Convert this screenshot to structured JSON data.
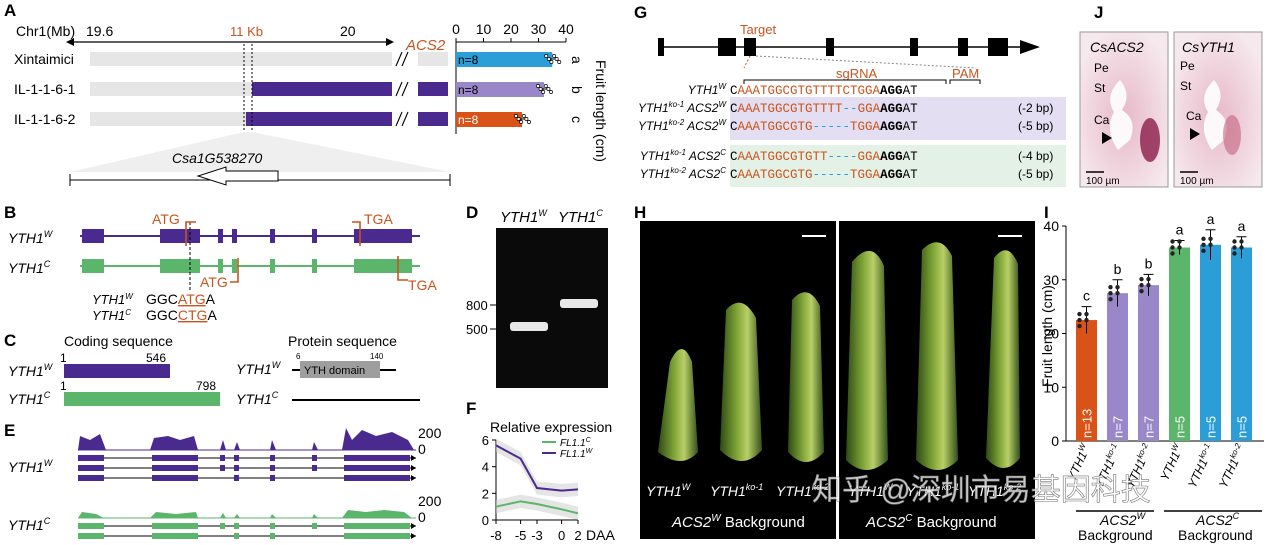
{
  "panels": {
    "A": {
      "letter": "A",
      "chr_label": "Chr1(Mb)",
      "tick_left": "19.6",
      "tick_mid": "20",
      "kb_label": "11 Kb",
      "acs2_label": "ACS2",
      "gene_label": "Csa1G538270",
      "lines": [
        "Xintaimici",
        "IL-1-1-6-1",
        "IL-1-1-6-2"
      ],
      "colors": {
        "purple": "#4b2a8f",
        "blue": "#2b9ed8",
        "lavender": "#9a87c9",
        "orange": "#d95319"
      }
    },
    "B": {
      "letter": "B",
      "label_w": "YTH1",
      "sup_w": "W",
      "label_c": "YTH1",
      "sup_c": "C",
      "atg": "ATG",
      "tga": "TGA",
      "seq_w_prefix": "GGC",
      "seq_w_mut": "ATG",
      "seq_w_suffix": "A",
      "seq_c_prefix": "GGC",
      "seq_c_mut": "CTG",
      "seq_c_suffix": "A"
    },
    "C": {
      "letter": "C",
      "coding_title": "Coding sequence",
      "protein_title": "Protein sequence",
      "cds_start": "1",
      "cds_w_end": "546",
      "cds_c_end": "798",
      "prot_start": "6",
      "prot_end": "140",
      "domain_label": "YTH domain"
    },
    "D": {
      "letter": "D",
      "lane_w": "YTH1",
      "lane_w_sup": "W",
      "lane_c": "YTH1",
      "lane_c_sup": "C",
      "marker_800": "800",
      "marker_500": "500"
    },
    "E": {
      "letter": "E",
      "scale_top": "200",
      "scale_zero": "0"
    },
    "F": {
      "letter": "F",
      "title": "Relative  expression",
      "legend_c": "FL1.1",
      "legend_c_sup": "C",
      "legend_w": "FL1.1",
      "legend_w_sup": "W",
      "xlabel": "DAA"
    },
    "G": {
      "letter": "G",
      "target_label": "Target",
      "sgrna_label": "sgRNA",
      "pam_label": "PAM",
      "rows": [
        {
          "name": "YTH1",
          "sup": "W",
          "name2": "",
          "sup2": "",
          "lead": "C",
          "seq": "AAATGGCGTGTTTTCTGGA",
          "pam": "AGG",
          "tail": "AT",
          "note": ""
        },
        {
          "name": "YTH1",
          "sup": "ko-1",
          "name2": "ACS2",
          "sup2": "W",
          "lead": "C",
          "seq": "AAATGGCGTGTTTT",
          "gap": "--",
          "seq2": "GGA",
          "pam": "AGG",
          "tail": "AT",
          "note": "(-2 bp)"
        },
        {
          "name": "YTH1",
          "sup": "ko-2",
          "name2": "ACS2",
          "sup2": "W",
          "lead": "C",
          "seq": "AAATGGCGTG",
          "gap": "-----",
          "seq2": "TGGA",
          "pam": "AGG",
          "tail": "AT",
          "note": "(-5 bp)"
        },
        {
          "name": "YTH1",
          "sup": "ko-1",
          "name2": "ACS2",
          "sup2": "C",
          "lead": "C",
          "seq": "AAATGGCGTGTT",
          "gap": "----",
          "seq2": "GGA",
          "pam": "AGG",
          "tail": "AT",
          "note": "(-4 bp)"
        },
        {
          "name": "YTH1",
          "sup": "ko-2",
          "name2": "ACS2",
          "sup2": "C",
          "lead": "C",
          "seq": "AAATGGCGTG",
          "gap": "-----",
          "seq2": "TGGA",
          "pam": "AGG",
          "tail": "AT",
          "note": "(-5 bp)"
        }
      ]
    },
    "H": {
      "letter": "H",
      "labels": [
        {
          "t": "YTH1",
          "s": "W"
        },
        {
          "t": "YTH1",
          "s": "ko-1"
        },
        {
          "t": "YTH1",
          "s": "ko-2"
        },
        {
          "t": "YTH1",
          "s": "W"
        },
        {
          "t": "YTH1",
          "s": "ko-1"
        },
        {
          "t": "YTH1",
          "s": "ko-2"
        }
      ],
      "bg_w": "ACS2",
      "bg_w_sup": "W",
      "bg_c": "ACS2",
      "bg_c_sup": "C",
      "bg_word": "Background"
    },
    "J": {
      "letter": "J",
      "left_title": "CsACS2",
      "right_title": "CsYTH1",
      "pe": "Pe",
      "st": "St",
      "ca": "Ca",
      "scale": "100 µm"
    },
    "I": {
      "letter": "I",
      "bg_w": "ACS2",
      "bg_w_sup": "W",
      "bg_c": "ACS2",
      "bg_c_sup": "C",
      "bg_word": "Background"
    }
  },
  "watermark": "知乎 @深圳市易基因科技",
  "chart_data": [
    {
      "type": "bar",
      "panel": "A",
      "orientation": "horizontal",
      "categories": [
        "Xintaimici",
        "IL-1-1-6-1",
        "IL-1-1-6-2"
      ],
      "values": [
        35,
        32,
        24
      ],
      "n_labels": [
        "n=8",
        "n=8",
        "n=8"
      ],
      "letters": [
        "a",
        "b",
        "c"
      ],
      "colors": [
        "#2b9ed8",
        "#9a87c9",
        "#d95319"
      ],
      "axis_ticks": [
        0,
        10,
        20,
        30,
        40
      ],
      "xlim": [
        0,
        40
      ],
      "xlabel": "Fruit length (cm)"
    },
    {
      "type": "line",
      "panel": "F",
      "x": [
        -8,
        -5,
        -3,
        0,
        2
      ],
      "x_ticks": [
        "-8",
        "-5",
        "-3",
        "0",
        "2"
      ],
      "y_ticks": [
        0,
        2,
        4,
        6
      ],
      "ylim": [
        0,
        6
      ],
      "series": [
        {
          "name": "FL1.1C",
          "color": "#5bb56a",
          "values": [
            1.0,
            1.4,
            1.2,
            0.8,
            0.5
          ]
        },
        {
          "name": "FL1.1W",
          "color": "#4b2a8f",
          "values": [
            5.6,
            4.6,
            2.4,
            2.2,
            2.3
          ]
        }
      ]
    },
    {
      "type": "bar",
      "panel": "I",
      "categories": [
        "YTH1W",
        "YTH1ko-1",
        "YTH1ko-2",
        "YTH1W",
        "YTH1ko-1",
        "YTH1ko-2"
      ],
      "values": [
        22.5,
        27.5,
        29,
        36,
        36.5,
        36
      ],
      "errors": [
        2.5,
        2.5,
        2,
        1.3,
        2.8,
        2
      ],
      "n_labels": [
        "n=13",
        "n=7",
        "n=7",
        "n=5",
        "n=5",
        "n=5"
      ],
      "letters": [
        "c",
        "b",
        "b",
        "a",
        "a",
        "a"
      ],
      "colors": [
        "#d95319",
        "#9a87c9",
        "#9a87c9",
        "#5bb56a",
        "#2b9ed8",
        "#2b9ed8"
      ],
      "ylim": [
        0,
        40
      ],
      "y_ticks": [
        0,
        10,
        20,
        30,
        40
      ],
      "ylabel": "Fruit length (cm)"
    }
  ]
}
